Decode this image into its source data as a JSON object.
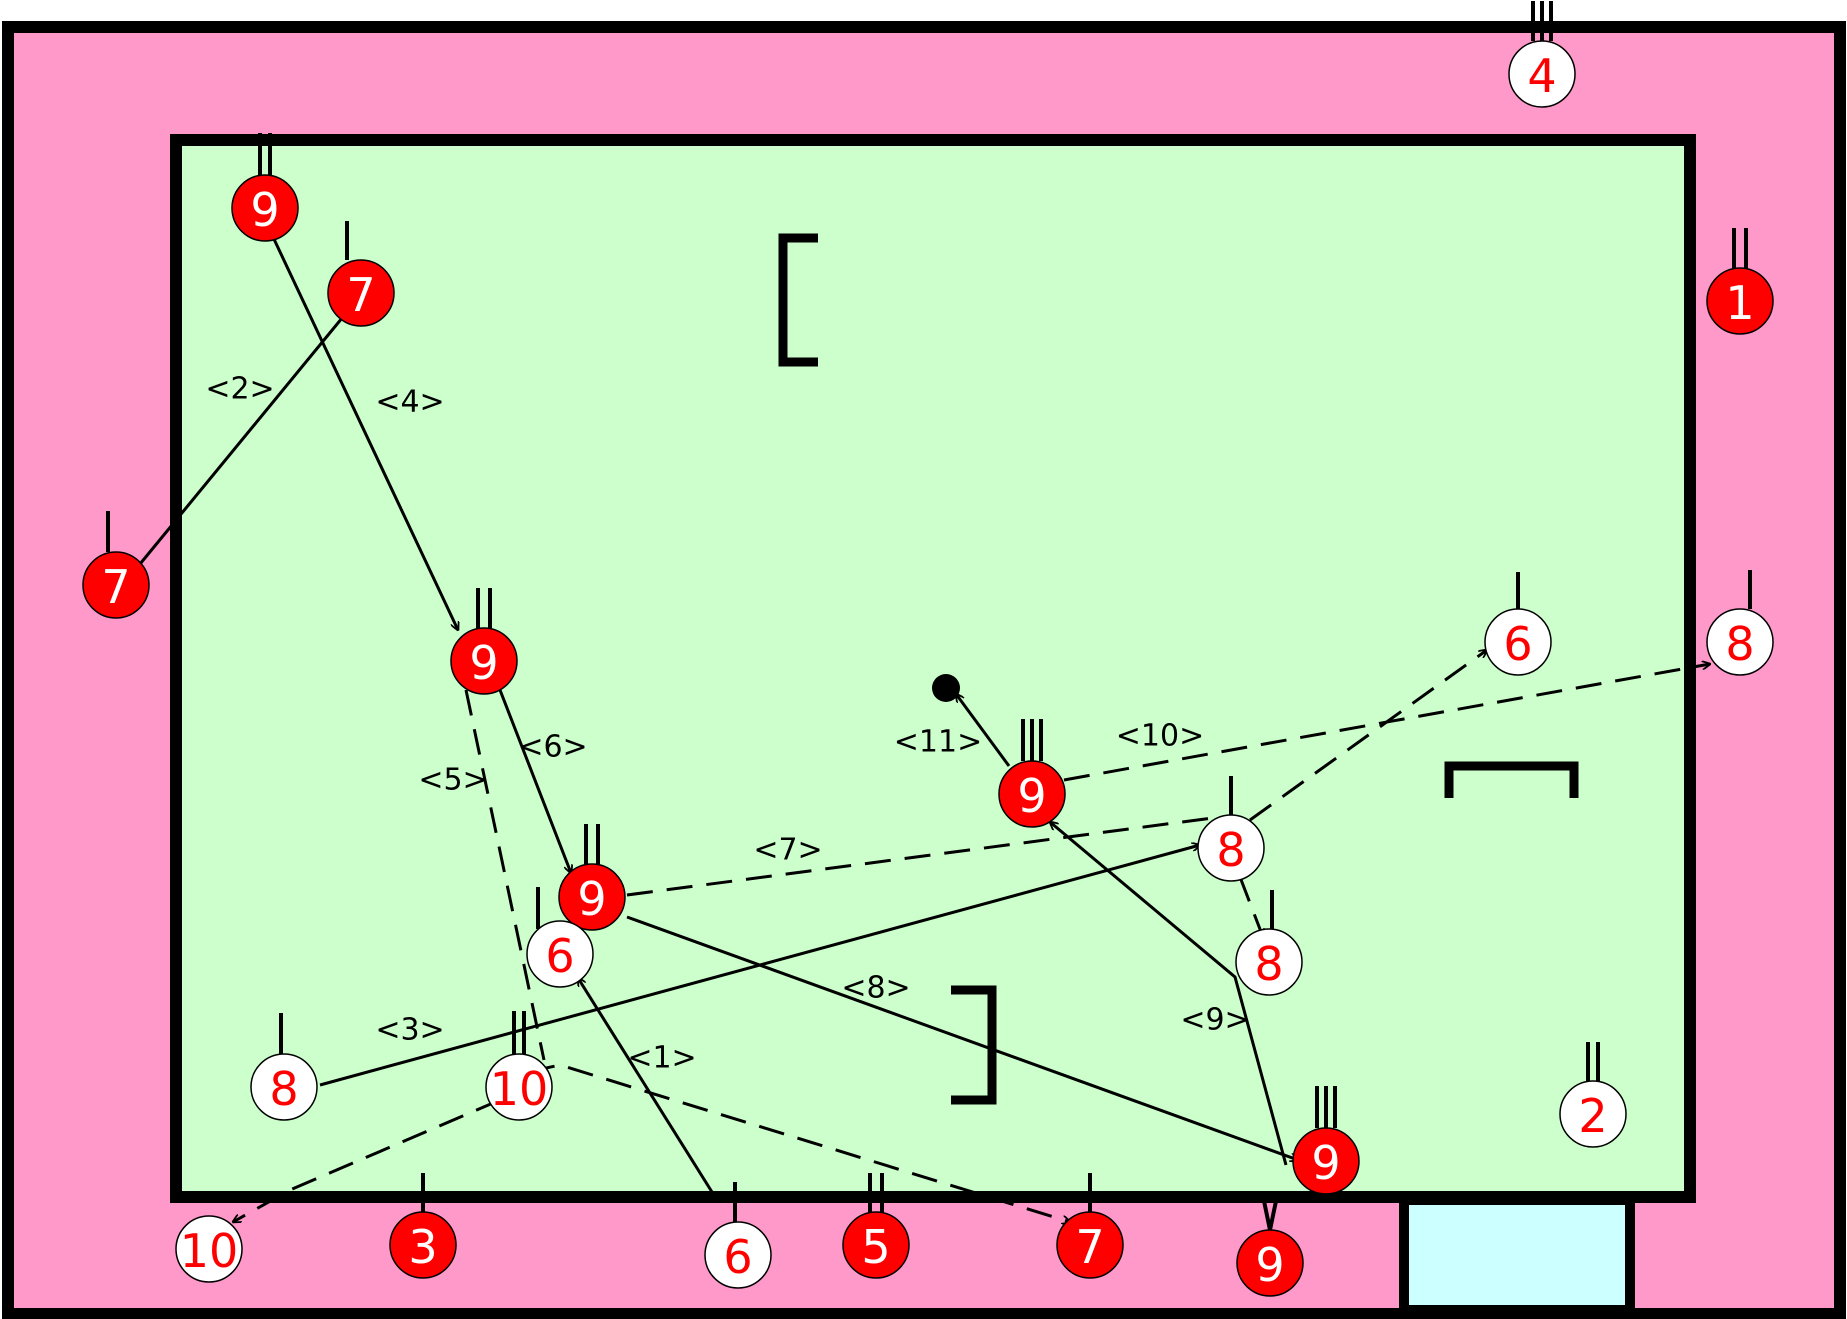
{
  "colors": {
    "outer_field": "#ff99c9",
    "inner_field": "#ccffcc",
    "goal_box": "#ccffff",
    "red_token": "#ff0000",
    "white_token": "#ffffff",
    "red_text": "#ffffff",
    "white_text": "#ff0000",
    "line": "#000000"
  },
  "tokens": [
    {
      "id": "t9a",
      "label": "9",
      "team": "red"
    },
    {
      "id": "t7a",
      "label": "7",
      "team": "red"
    },
    {
      "id": "t7b",
      "label": "7",
      "team": "red"
    },
    {
      "id": "t9b",
      "label": "9",
      "team": "red"
    },
    {
      "id": "t9c",
      "label": "9",
      "team": "red"
    },
    {
      "id": "t9d",
      "label": "9",
      "team": "red"
    },
    {
      "id": "t9e",
      "label": "9",
      "team": "red"
    },
    {
      "id": "t9f",
      "label": "9",
      "team": "red"
    },
    {
      "id": "t1",
      "label": "1",
      "team": "red"
    },
    {
      "id": "t3",
      "label": "3",
      "team": "red"
    },
    {
      "id": "t5",
      "label": "5",
      "team": "red"
    },
    {
      "id": "t7c",
      "label": "7",
      "team": "red"
    },
    {
      "id": "w4",
      "label": "4",
      "team": "white"
    },
    {
      "id": "w6a",
      "label": "6",
      "team": "white"
    },
    {
      "id": "w8a",
      "label": "8",
      "team": "white"
    },
    {
      "id": "w8b",
      "label": "8",
      "team": "white"
    },
    {
      "id": "w8c",
      "label": "8",
      "team": "white"
    },
    {
      "id": "w6b",
      "label": "6",
      "team": "white"
    },
    {
      "id": "w8d",
      "label": "8",
      "team": "white"
    },
    {
      "id": "w10a",
      "label": "10",
      "team": "white"
    },
    {
      "id": "w2",
      "label": "2",
      "team": "white"
    },
    {
      "id": "w10b",
      "label": "10",
      "team": "white"
    },
    {
      "id": "w6c",
      "label": "6",
      "team": "white"
    }
  ],
  "step_labels": [
    "<1>",
    "<2>",
    "<3>",
    "<4>",
    "<5>",
    "<6>",
    "<7>",
    "<8>",
    "<9>",
    "<10>",
    "<11>"
  ],
  "paths": [
    {
      "id": "p1",
      "style": "solid"
    },
    {
      "id": "p2",
      "style": "solid"
    },
    {
      "id": "p3",
      "style": "solid"
    },
    {
      "id": "p4",
      "style": "solid"
    },
    {
      "id": "p5",
      "style": "dashed"
    },
    {
      "id": "p6",
      "style": "solid"
    },
    {
      "id": "p7",
      "style": "dashed"
    },
    {
      "id": "p8",
      "style": "solid"
    },
    {
      "id": "p9",
      "style": "solid"
    },
    {
      "id": "p10",
      "style": "dashed"
    },
    {
      "id": "p11",
      "style": "solid"
    },
    {
      "id": "p12",
      "style": "dashed"
    },
    {
      "id": "p13",
      "style": "dashed"
    }
  ]
}
